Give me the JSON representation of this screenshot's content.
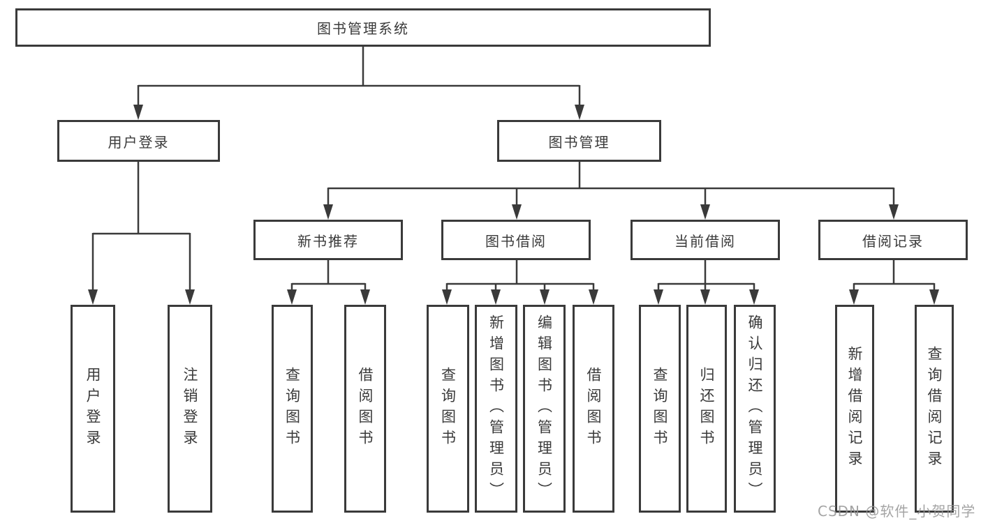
{
  "colors": {
    "line": "#3a3a3a",
    "box_border": "#3a3a3a",
    "text": "#3a3a3a",
    "watermark": "#949494"
  },
  "tree": {
    "root": {
      "label": "图书管理系统"
    },
    "branches": [
      {
        "label": "用户登录",
        "children": [
          {
            "label": "用户登录"
          },
          {
            "label": "注销登录"
          }
        ]
      },
      {
        "label": "图书管理",
        "children": [
          {
            "label": "新书推荐",
            "children": [
              {
                "label": "查询图书"
              },
              {
                "label": "借阅图书"
              }
            ]
          },
          {
            "label": "图书借阅",
            "children": [
              {
                "label": "查询图书"
              },
              {
                "label": "新增图书（管理员）"
              },
              {
                "label": "编辑图书（管理员）"
              },
              {
                "label": "借阅图书"
              }
            ]
          },
          {
            "label": "当前借阅",
            "children": [
              {
                "label": "查询图书"
              },
              {
                "label": "归还图书"
              },
              {
                "label": "确认归还（管理员）"
              }
            ]
          },
          {
            "label": "借阅记录",
            "children": [
              {
                "label": "新增借阅记录"
              },
              {
                "label": "查询借阅记录"
              }
            ]
          }
        ]
      }
    ]
  },
  "watermark": "CSDN @软件_小贺同学"
}
